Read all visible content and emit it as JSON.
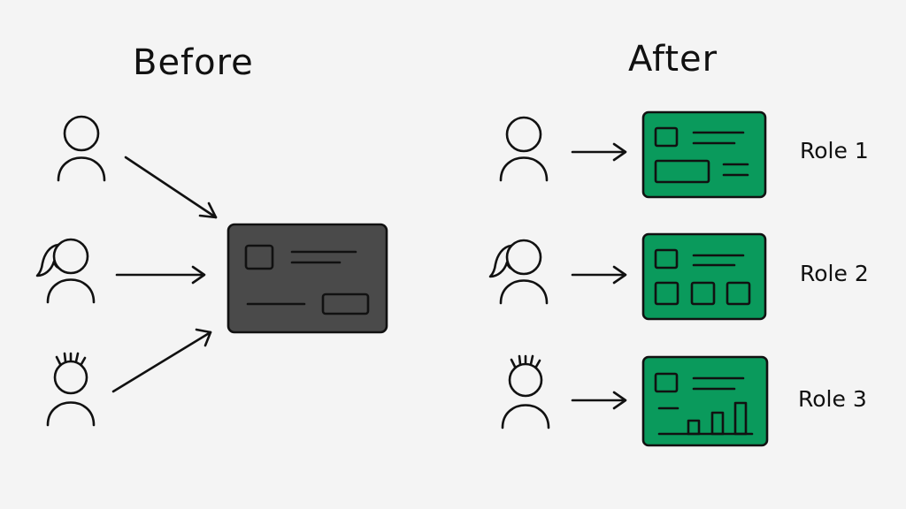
{
  "headings": {
    "before": "Before",
    "after": "After"
  },
  "roles": [
    "Role 1",
    "Role 2",
    "Role 3"
  ],
  "users": [
    {
      "icon": "person-icon",
      "variant": "short-hair"
    },
    {
      "icon": "person-ponytail-icon",
      "variant": "ponytail"
    },
    {
      "icon": "person-spiky-hair-icon",
      "variant": "spiky-hair"
    }
  ],
  "colors": {
    "background": "#f4f4f4",
    "ink": "#111111",
    "shared_dashboard": "#4a4a4a",
    "role_dashboard": "#0a9a5c"
  }
}
